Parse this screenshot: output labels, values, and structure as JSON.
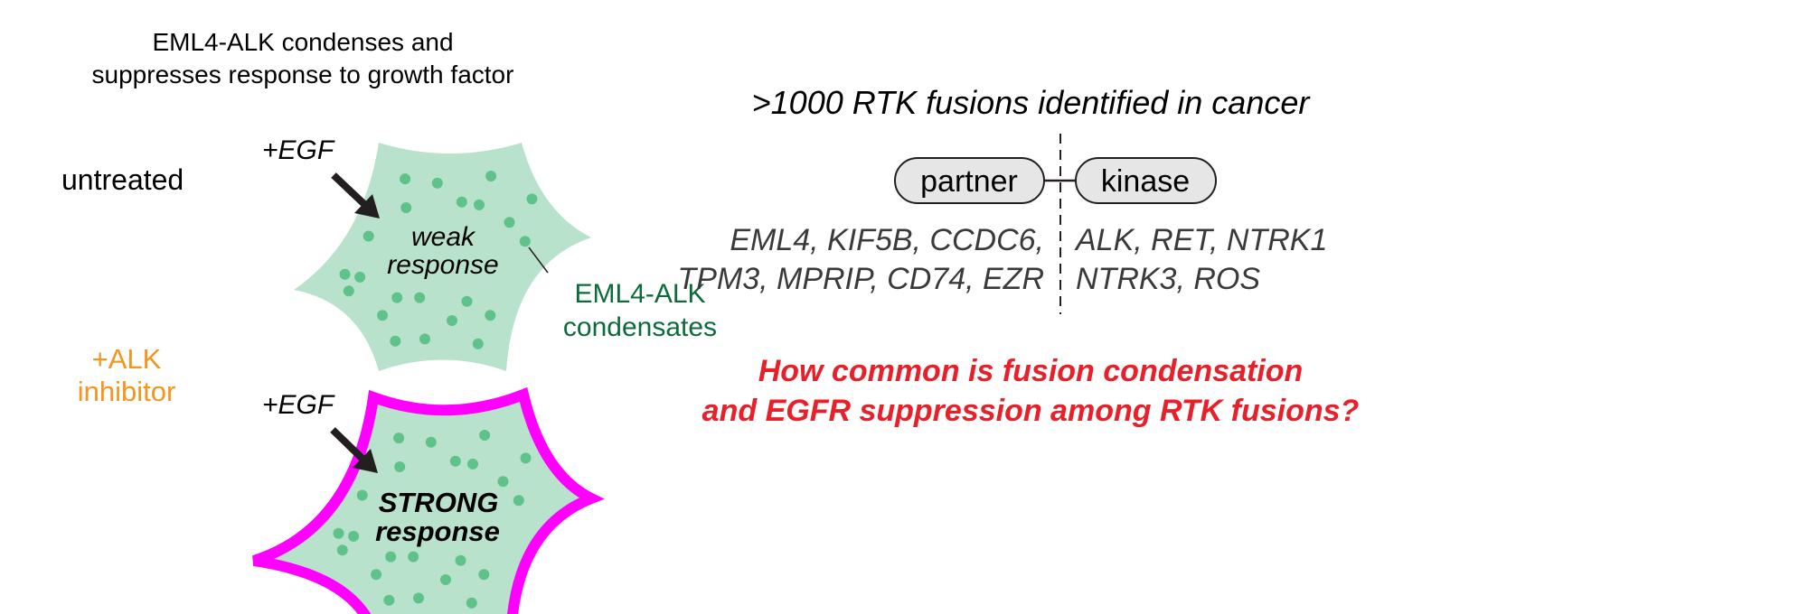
{
  "left": {
    "title_line1": "EML4-ALK condenses and",
    "title_line2": "suppresses response to growth factor",
    "untreated_label": "untreated",
    "inhibitor_line1": "+ALK",
    "inhibitor_line2": "inhibitor",
    "egf_label_top": "+EGF",
    "egf_label_bottom": "+EGF",
    "weak_line1": "weak",
    "weak_line2": "response",
    "strong_line1": "STRONG",
    "strong_line2": "response",
    "condensate_line1": "EML4-ALK",
    "condensate_line2": "condensates"
  },
  "right": {
    "title": ">1000 RTK fusions identified in cancer",
    "partner_label": "partner",
    "kinase_label": "kinase",
    "partners_line1": "EML4, KIF5B, CCDC6,",
    "partners_line2": "TPM3, MPRIP, CD74, EZR",
    "kinases_line1": "ALK, RET, NTRK1",
    "kinases_line2": "NTRK3, ROS",
    "question_line1": "How common is fusion condensation",
    "question_line2": "and EGFR suppression among RTK fusions?"
  },
  "colors": {
    "cell_fill": "#b9e2cc",
    "dot": "#5fc28a",
    "membrane": "#ff00ff",
    "condensate_text": "#0b6b3a",
    "inhibitor_text": "#f7941d",
    "question_text": "#e8202a",
    "pill_fill": "#e6e6e6"
  }
}
